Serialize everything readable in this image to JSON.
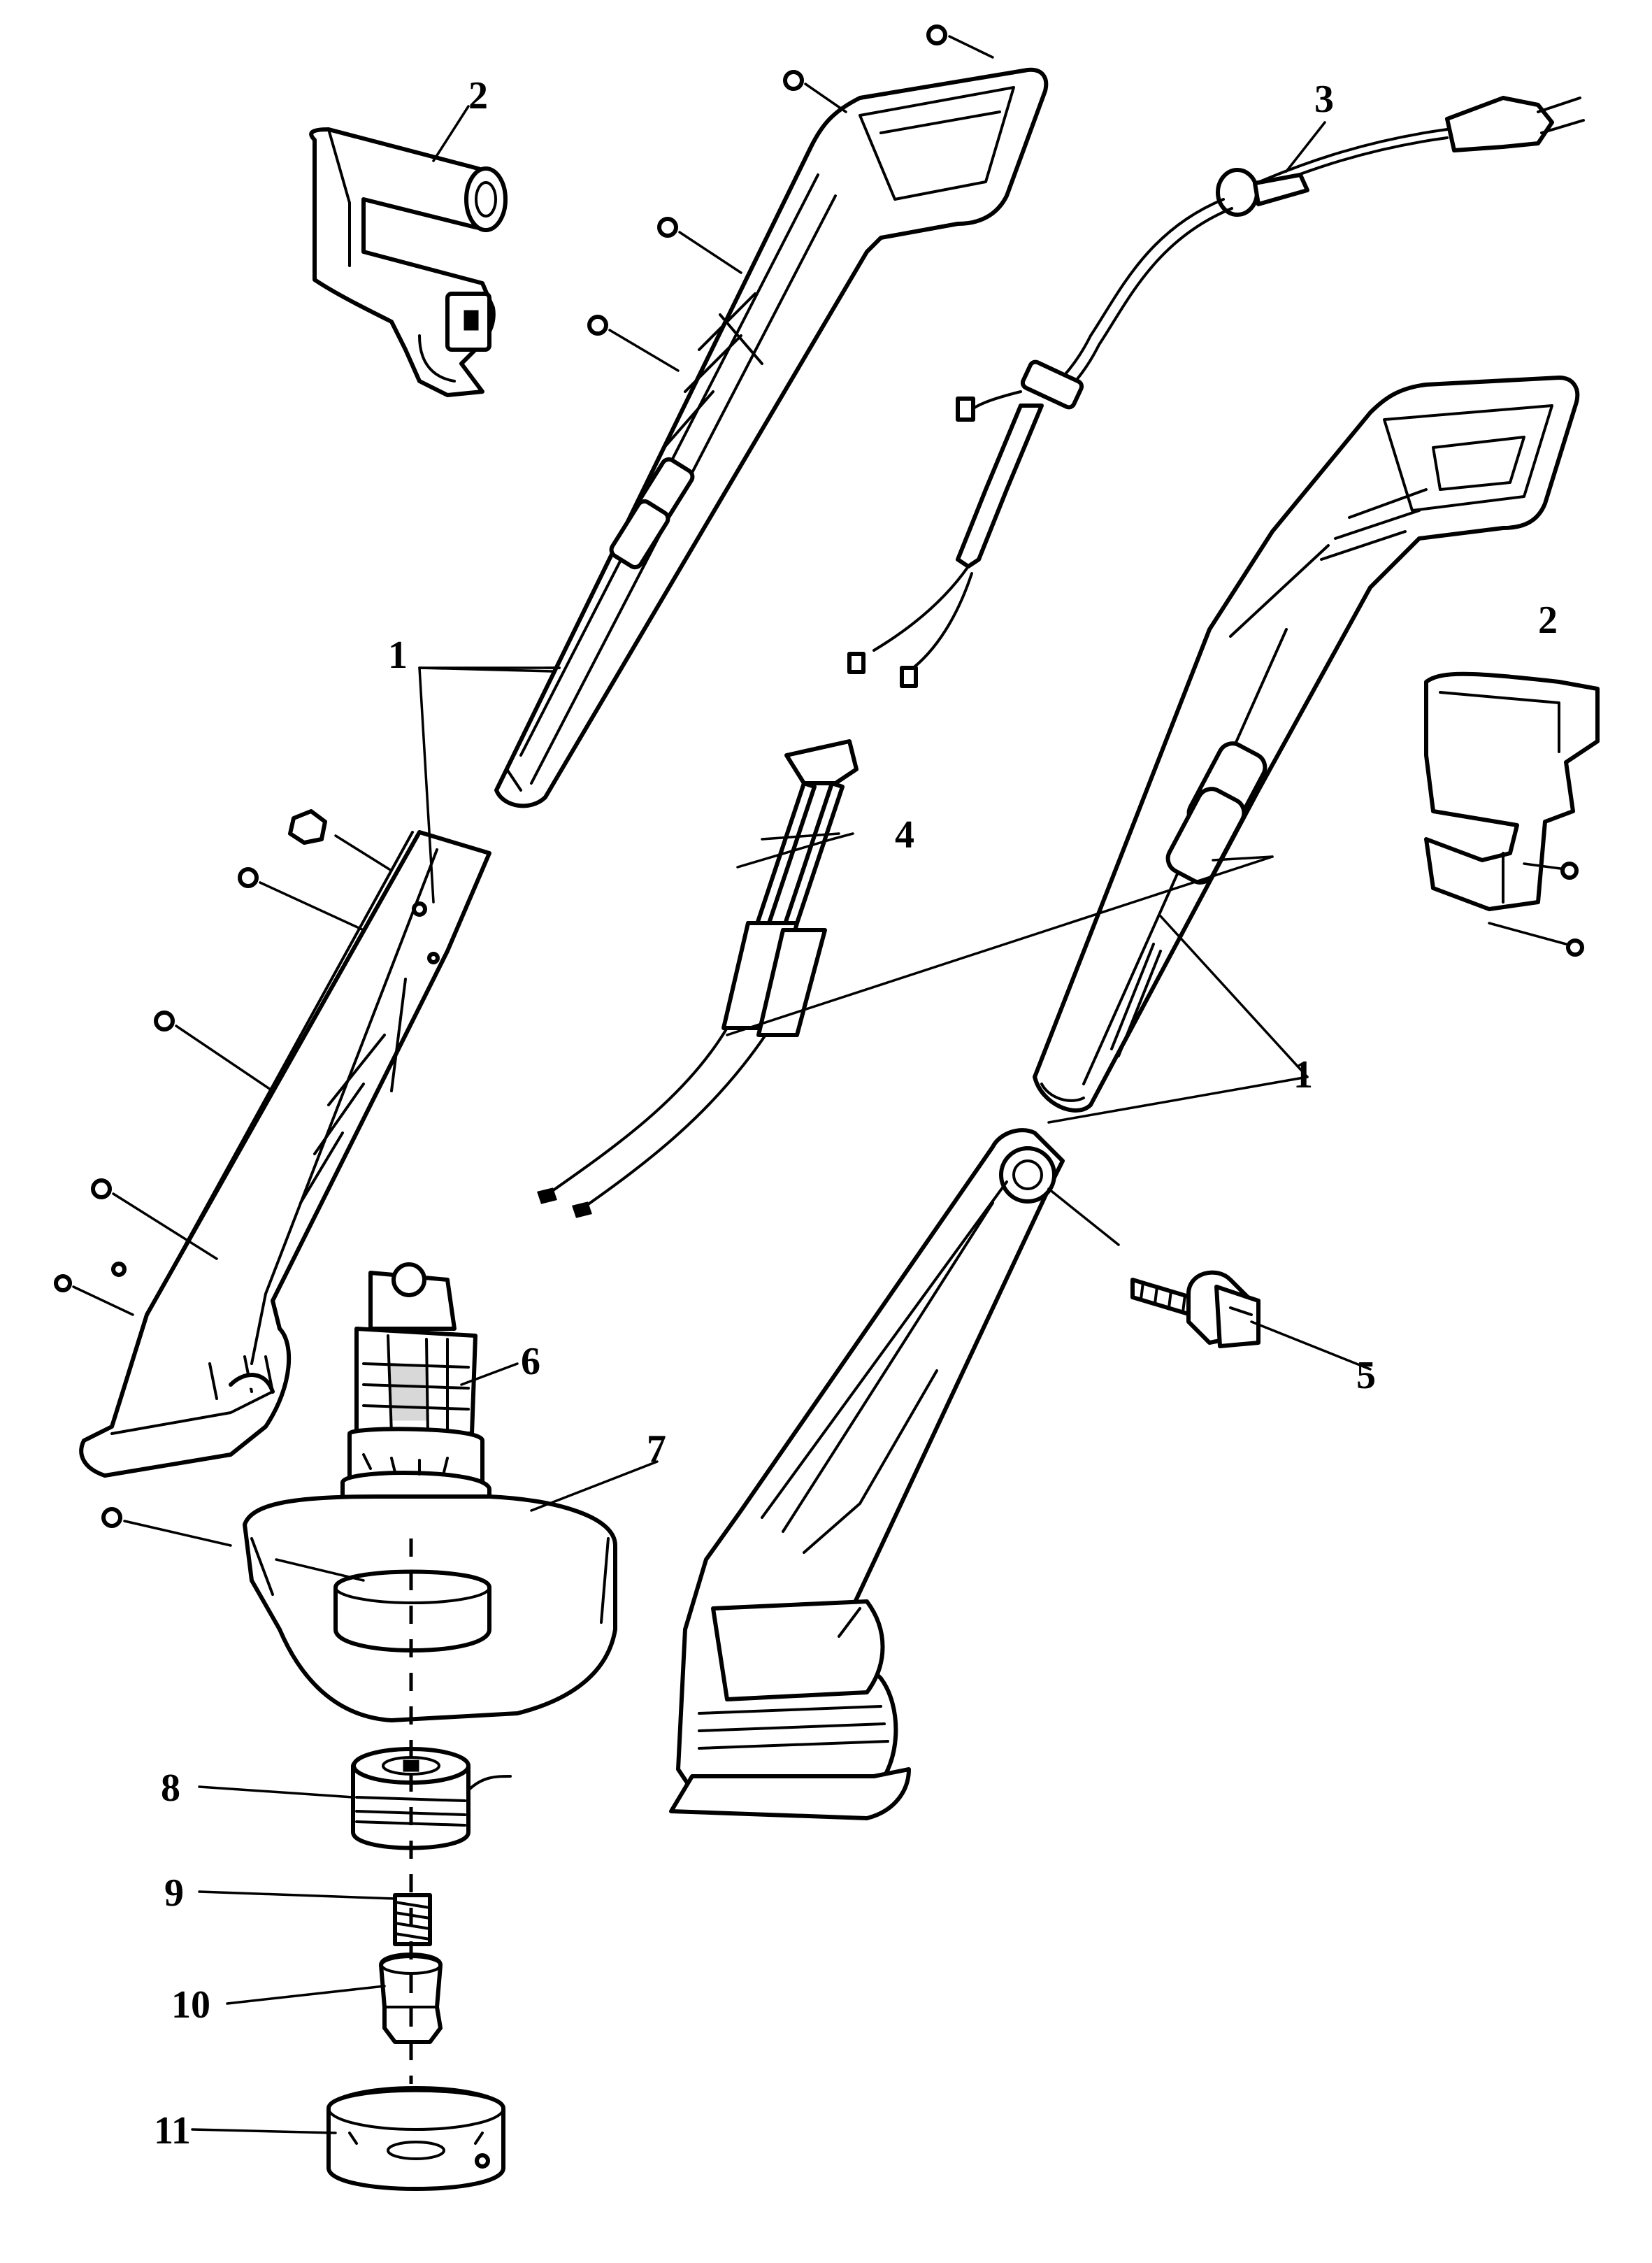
{
  "callouts": [
    {
      "id": "c1a",
      "text": "1"
    },
    {
      "id": "c1b",
      "text": "1"
    },
    {
      "id": "c2a",
      "text": "2"
    },
    {
      "id": "c2b",
      "text": "2"
    },
    {
      "id": "c3",
      "text": "3"
    },
    {
      "id": "c4",
      "text": "4"
    },
    {
      "id": "c5",
      "text": "5"
    },
    {
      "id": "c6",
      "text": "6"
    },
    {
      "id": "c7",
      "text": "7"
    },
    {
      "id": "c8",
      "text": "8"
    },
    {
      "id": "c9",
      "text": "9"
    },
    {
      "id": "c10",
      "text": "10"
    },
    {
      "id": "c11",
      "text": "11"
    }
  ],
  "style": {
    "line_color": "#000000",
    "background": "#ffffff"
  }
}
